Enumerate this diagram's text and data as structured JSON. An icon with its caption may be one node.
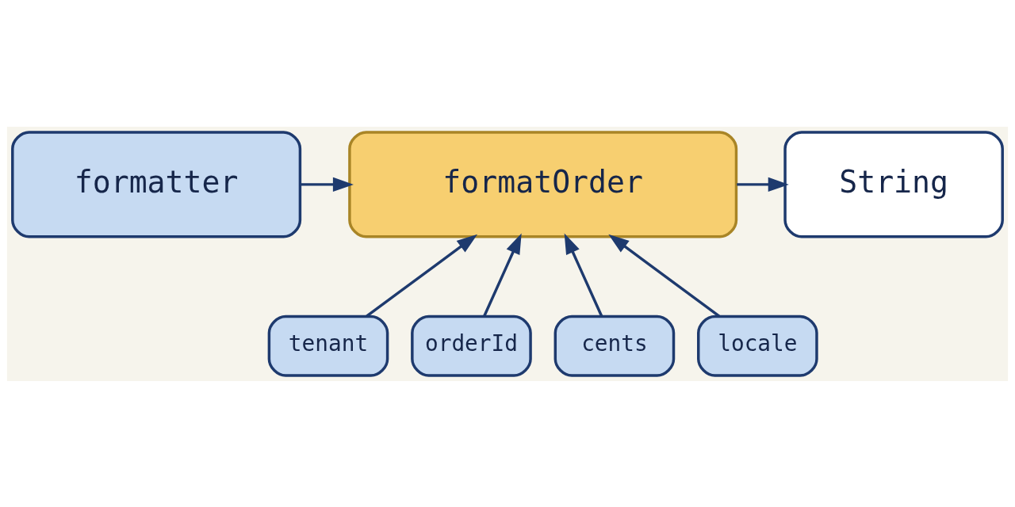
{
  "diagram": {
    "nodes": [
      {
        "text": [
          "formatter"
        ]
      },
      {
        "text": [
          "formatOrder"
        ]
      },
      {
        "text": [
          "String"
        ]
      },
      {
        "text": [
          "tenant"
        ]
      },
      {
        "text": [
          "orderId"
        ]
      },
      {
        "text": [
          "cents"
        ]
      },
      {
        "text": [
          "locale"
        ]
      }
    ],
    "edges": [
      {
        "from": 0,
        "to": 1,
        "arrow": "to"
      },
      {
        "from": 1,
        "to": 2,
        "arrow": "to"
      },
      {
        "from": 3,
        "to": 1,
        "arrow": "to"
      },
      {
        "from": 4,
        "to": 1,
        "arrow": "to"
      },
      {
        "from": 5,
        "to": 1,
        "arrow": "to"
      },
      {
        "from": 6,
        "to": 1,
        "arrow": "to"
      }
    ]
  }
}
